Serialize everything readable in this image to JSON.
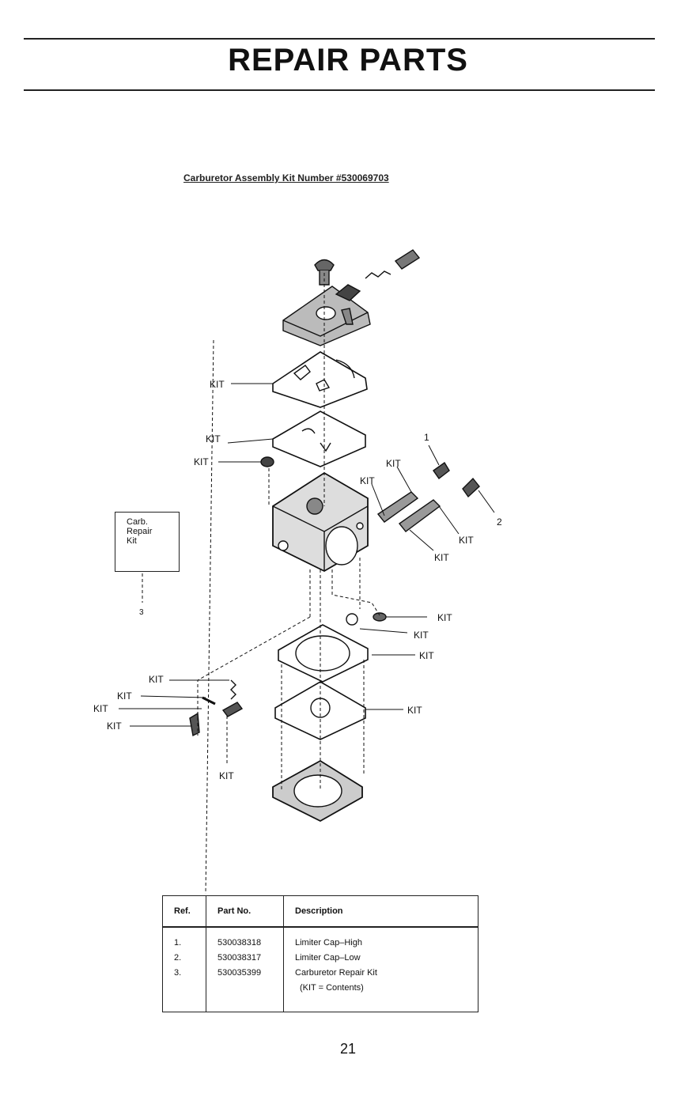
{
  "page": {
    "title": "REPAIR PARTS",
    "kit_heading": "Carburetor Assembly Kit Number #530069703",
    "page_number": "21"
  },
  "diagram": {
    "labels": {
      "kit": "KIT",
      "ref_1": "1",
      "ref_2": "2",
      "ref_3": "3"
    },
    "repair_box": {
      "line1": "Carb.",
      "line2": "Repair",
      "line3": "Kit"
    }
  },
  "parts_table": {
    "headers": {
      "ref": "Ref.",
      "part_no": "Part No.",
      "description": "Description"
    },
    "rows": [
      {
        "ref": "1.",
        "part_no": "530038318",
        "description": "Limiter Cap–High"
      },
      {
        "ref": "2.",
        "part_no": "530038317",
        "description": "Limiter Cap–Low"
      },
      {
        "ref": "3.",
        "part_no": "530035399",
        "description": "Carburetor Repair Kit"
      }
    ],
    "note": "(KIT = Contents)"
  }
}
